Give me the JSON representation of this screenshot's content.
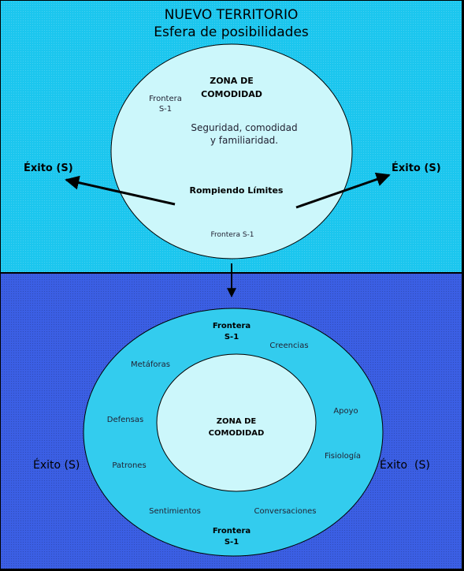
{
  "title": {
    "line1": "NUEVO TERRITORIO",
    "line2": "Esfera de posibilidades"
  },
  "top": {
    "zone_line1": "ZONA DE",
    "zone_line2": "COMODIDAD",
    "frontera_a_line1": "Frontera",
    "frontera_a_line2": "S-1",
    "desc_line1": "Seguridad, comodidad",
    "desc_line2": "y familiaridad.",
    "breaking": "Rompiendo Límites",
    "frontera_b": "Frontera S-1",
    "exito_left": "Éxito (S)",
    "exito_right": "Éxito (S)"
  },
  "bottom": {
    "frontera_top_line1": "Frontera",
    "frontera_top_line2": "S-1",
    "frontera_bottom_line1": "Frontera",
    "frontera_bottom_line2": "S-1",
    "zone_line1": "ZONA DE",
    "zone_line2": "COMODIDAD",
    "creencias": "Creencias",
    "metaforas": "Metáforas",
    "defensas": "Defensas",
    "apoyo": "Apoyo",
    "fisiologia": "Fisiología",
    "patrones": "Patrones",
    "sentimientos": "Sentimientos",
    "conversaciones": "Conversaciones",
    "exito_left": "Éxito (S)",
    "exito_right": "Éxito  (S)"
  },
  "colors": {
    "top_background": "#1bc6ee",
    "bottom_background": "#3b5fe4",
    "outer_ring": "#33ccee",
    "circle_fill": "#ccf7fb"
  }
}
